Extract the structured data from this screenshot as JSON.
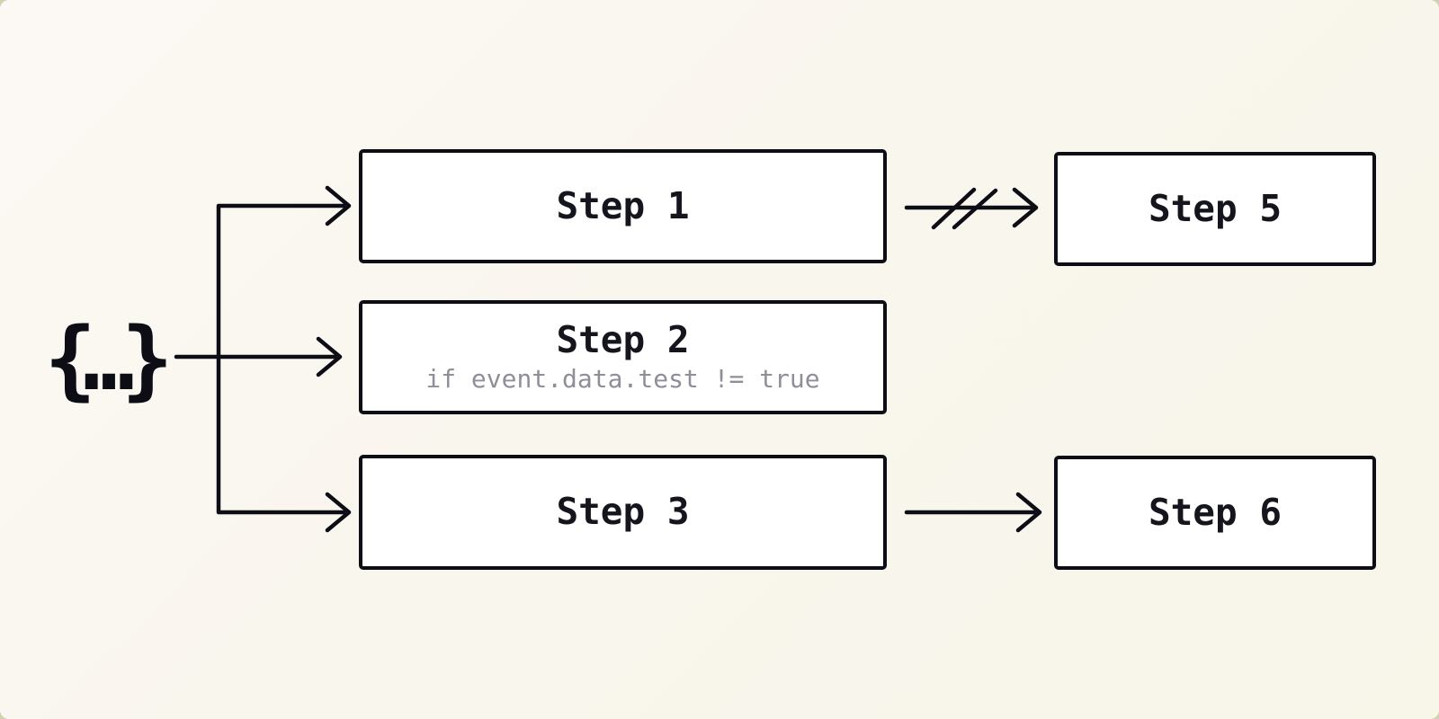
{
  "diagram": {
    "title": "workflow-branching-diagram",
    "source": {
      "open_brace": "{",
      "dots": "…",
      "close_brace": "}"
    },
    "nodes": [
      {
        "id": "step-1",
        "label": "Step 1"
      },
      {
        "id": "step-2",
        "label": "Step 2",
        "condition": "if event.data.test != true"
      },
      {
        "id": "step-3",
        "label": "Step 3"
      },
      {
        "id": "step-5",
        "label": "Step 5"
      },
      {
        "id": "step-6",
        "label": "Step 6"
      }
    ],
    "edges": [
      {
        "from": "source",
        "to": "step-1",
        "style": "arrow"
      },
      {
        "from": "source",
        "to": "step-2",
        "style": "arrow"
      },
      {
        "from": "source",
        "to": "step-3",
        "style": "arrow"
      },
      {
        "from": "step-1",
        "to": "step-5",
        "style": "arrow-cancelled"
      },
      {
        "from": "step-3",
        "to": "step-6",
        "style": "arrow"
      }
    ],
    "colors": {
      "background_start": "#fcf9f4",
      "background_end": "#f8f5e9",
      "outside_corner": "#d3d0b2",
      "stroke": "#0d0d16",
      "node_fill": "#ffffff",
      "node_border": "#0d0d16",
      "label_text": "#15151e",
      "condition_text": "#8f8f99"
    }
  }
}
